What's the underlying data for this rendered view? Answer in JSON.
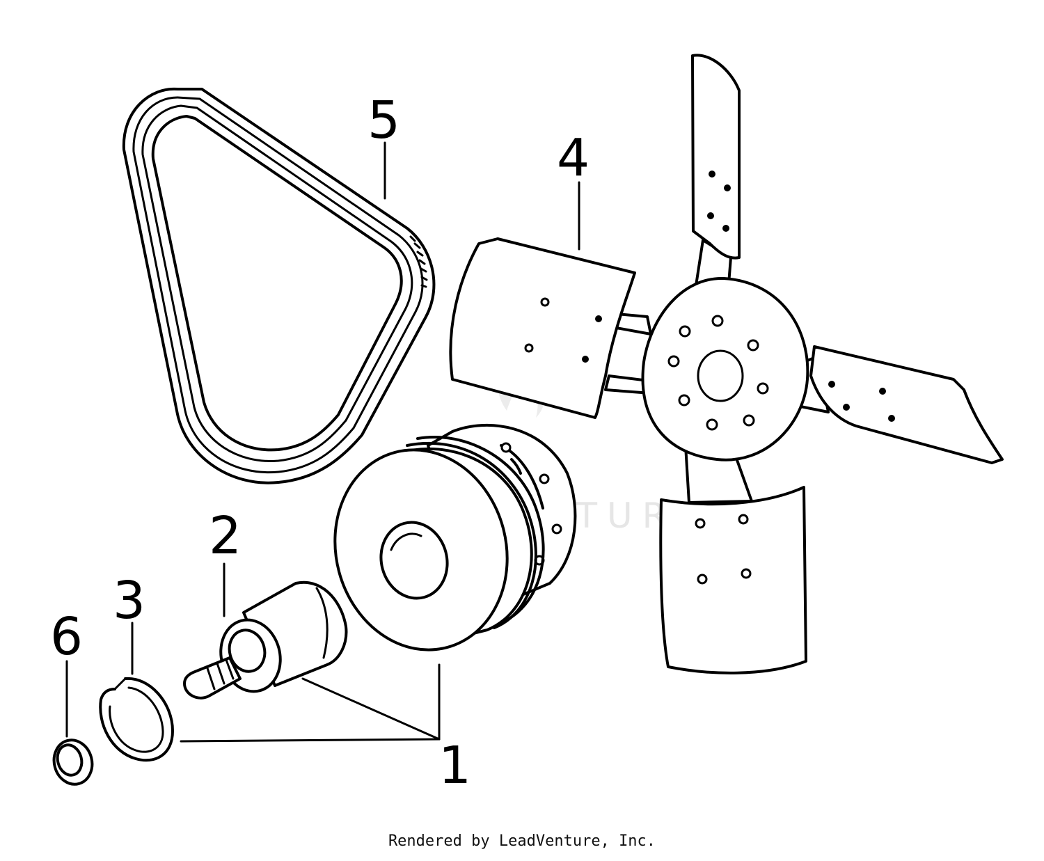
{
  "callouts": [
    {
      "id": "1",
      "label": "1"
    },
    {
      "id": "2",
      "label": "2"
    },
    {
      "id": "3",
      "label": "3"
    },
    {
      "id": "4",
      "label": "4"
    },
    {
      "id": "5",
      "label": "5"
    },
    {
      "id": "6",
      "label": "6"
    }
  ],
  "watermark": "LEADVENTURE",
  "footer": "Rendered by LeadVenture, Inc."
}
